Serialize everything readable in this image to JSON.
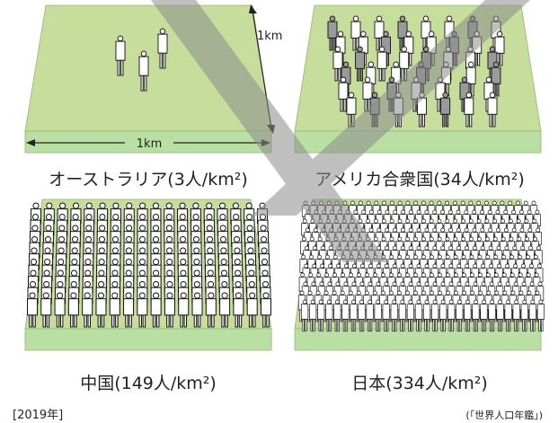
{
  "scale": {
    "width_label": "1km",
    "depth_label": "1km"
  },
  "panels": [
    {
      "id": "australia",
      "caption": "オーストラリア(3人/km²)",
      "density": 3
    },
    {
      "id": "usa",
      "caption": "アメリカ合衆国(34人/km²)",
      "density": 34
    },
    {
      "id": "china",
      "caption": "中国(149人/km²)",
      "density": 149
    },
    {
      "id": "japan",
      "caption": "日本(334人/km²)",
      "density": 334
    }
  ],
  "footer": {
    "year": "[2019年]",
    "source": "(「世界人口年鑑」)"
  },
  "colors": {
    "ground_top": "#c6dd9c",
    "ground_side": "#b9e0a2",
    "ground_edge": "#93b577",
    "watermark": "#8c8c8c",
    "person_fill": "#ffffff",
    "person_back": "#9a9a9a"
  }
}
